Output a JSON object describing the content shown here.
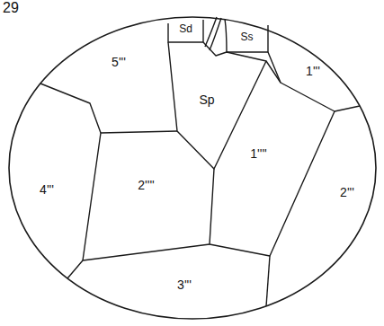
{
  "diagram": {
    "nodes": [
      {
        "text": [
          "Sd"
        ]
      },
      {
        "text": [
          "Ss"
        ]
      },
      {
        "text": [
          "5'''"
        ]
      },
      {
        "text": [
          "1'''"
        ]
      },
      {
        "text": [
          "Sp"
        ]
      },
      {
        "text": [
          "1''''"
        ]
      },
      {
        "text": [
          "2''''"
        ]
      },
      {
        "text": [
          "4'''"
        ]
      },
      {
        "text": [
          "2'''"
        ]
      },
      {
        "text": [
          "3'''"
        ]
      }
    ],
    "labels": [
      "29"
    ]
  }
}
